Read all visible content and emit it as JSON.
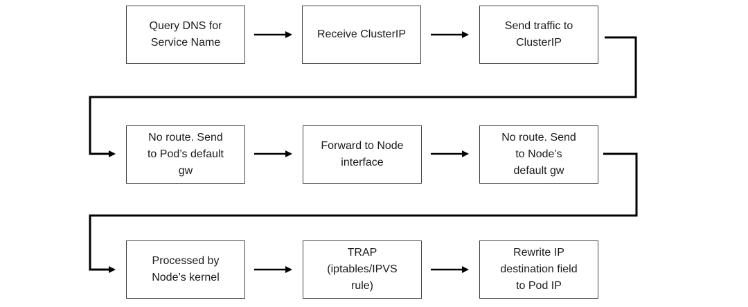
{
  "diagram": {
    "type": "flowchart",
    "description": "Three-row left-to-right flow of service traffic steps connected by arrows",
    "colors": {
      "background": "#ffffff",
      "border": "#404040",
      "line": "#000000",
      "text": "#1a1a1a"
    },
    "boxes": [
      {
        "id": "query-dns",
        "label": "Query DNS for\nService Name"
      },
      {
        "id": "receive-clusterip",
        "label": "Receive ClusterIP"
      },
      {
        "id": "send-traffic",
        "label": "Send traffic to\nClusterIP"
      },
      {
        "id": "pod-default-gw",
        "label": "No route. Send\nto Pod’s default\ngw"
      },
      {
        "id": "forward-node-interface",
        "label": "Forward to Node\ninterface"
      },
      {
        "id": "node-default-gw",
        "label": "No route. Send\nto Node’s\ndefault gw"
      },
      {
        "id": "processed-kernel",
        "label": "Processed by\nNode’s kernel"
      },
      {
        "id": "trap-rule",
        "label": "TRAP\n(iptables/IPVS\nrule)"
      },
      {
        "id": "rewrite-ip",
        "label": "Rewrite IP\ndestination field\nto Pod IP"
      }
    ],
    "edges": [
      {
        "from": "query-dns",
        "to": "receive-clusterip",
        "type": "straight"
      },
      {
        "from": "receive-clusterip",
        "to": "send-traffic",
        "type": "straight"
      },
      {
        "from": "send-traffic",
        "to": "pod-default-gw",
        "type": "elbow"
      },
      {
        "from": "pod-default-gw",
        "to": "forward-node-interface",
        "type": "straight"
      },
      {
        "from": "forward-node-interface",
        "to": "node-default-gw",
        "type": "straight"
      },
      {
        "from": "node-default-gw",
        "to": "processed-kernel",
        "type": "elbow"
      },
      {
        "from": "processed-kernel",
        "to": "trap-rule",
        "type": "straight"
      },
      {
        "from": "trap-rule",
        "to": "rewrite-ip",
        "type": "straight"
      }
    ]
  }
}
